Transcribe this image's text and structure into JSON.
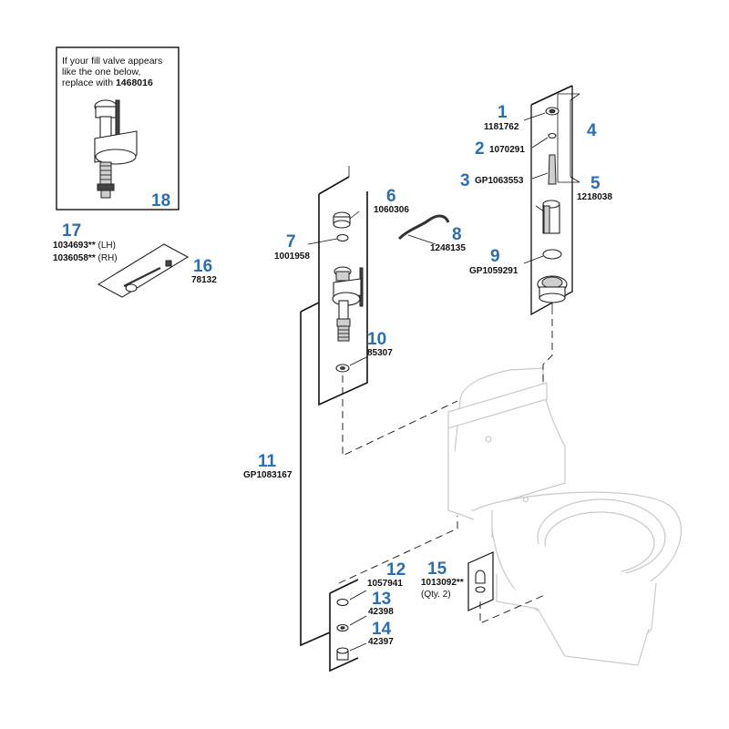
{
  "colors": {
    "callout": "#2a6eb3",
    "text": "#111111",
    "toilet_outline": "#c9c9c9"
  },
  "note": {
    "line1": "If your fill valve appears",
    "line2": "like the one below,",
    "line3_prefix": "replace with ",
    "line3_part": "1468016",
    "item": "18"
  },
  "callouts": {
    "c1": {
      "item": "1",
      "part": "1181762"
    },
    "c2": {
      "item": "2",
      "part": "1070291"
    },
    "c3": {
      "item": "3",
      "part": "GP1063553"
    },
    "c4": {
      "item": "4",
      "part": ""
    },
    "c5": {
      "item": "5",
      "part": "1218038"
    },
    "c6": {
      "item": "6",
      "part": "1060306"
    },
    "c7": {
      "item": "7",
      "part": "1001958"
    },
    "c8": {
      "item": "8",
      "part": "1248135"
    },
    "c9": {
      "item": "9",
      "part": "GP1059291"
    },
    "c10": {
      "item": "10",
      "part": "85307"
    },
    "c11": {
      "item": "11",
      "part": "GP1083167"
    },
    "c12": {
      "item": "12",
      "part": "1057941"
    },
    "c13": {
      "item": "13",
      "part": "42398"
    },
    "c14": {
      "item": "14",
      "part": "42397"
    },
    "c15": {
      "item": "15",
      "part": "1013092**",
      "qty": "(Qty. 2)"
    },
    "c16": {
      "item": "16",
      "part": "78132"
    },
    "c17": {
      "item": "17",
      "part_lh": "1034693**",
      "lh": " (LH)",
      "part_rh": "1036058**",
      "rh": " (RH)"
    }
  }
}
